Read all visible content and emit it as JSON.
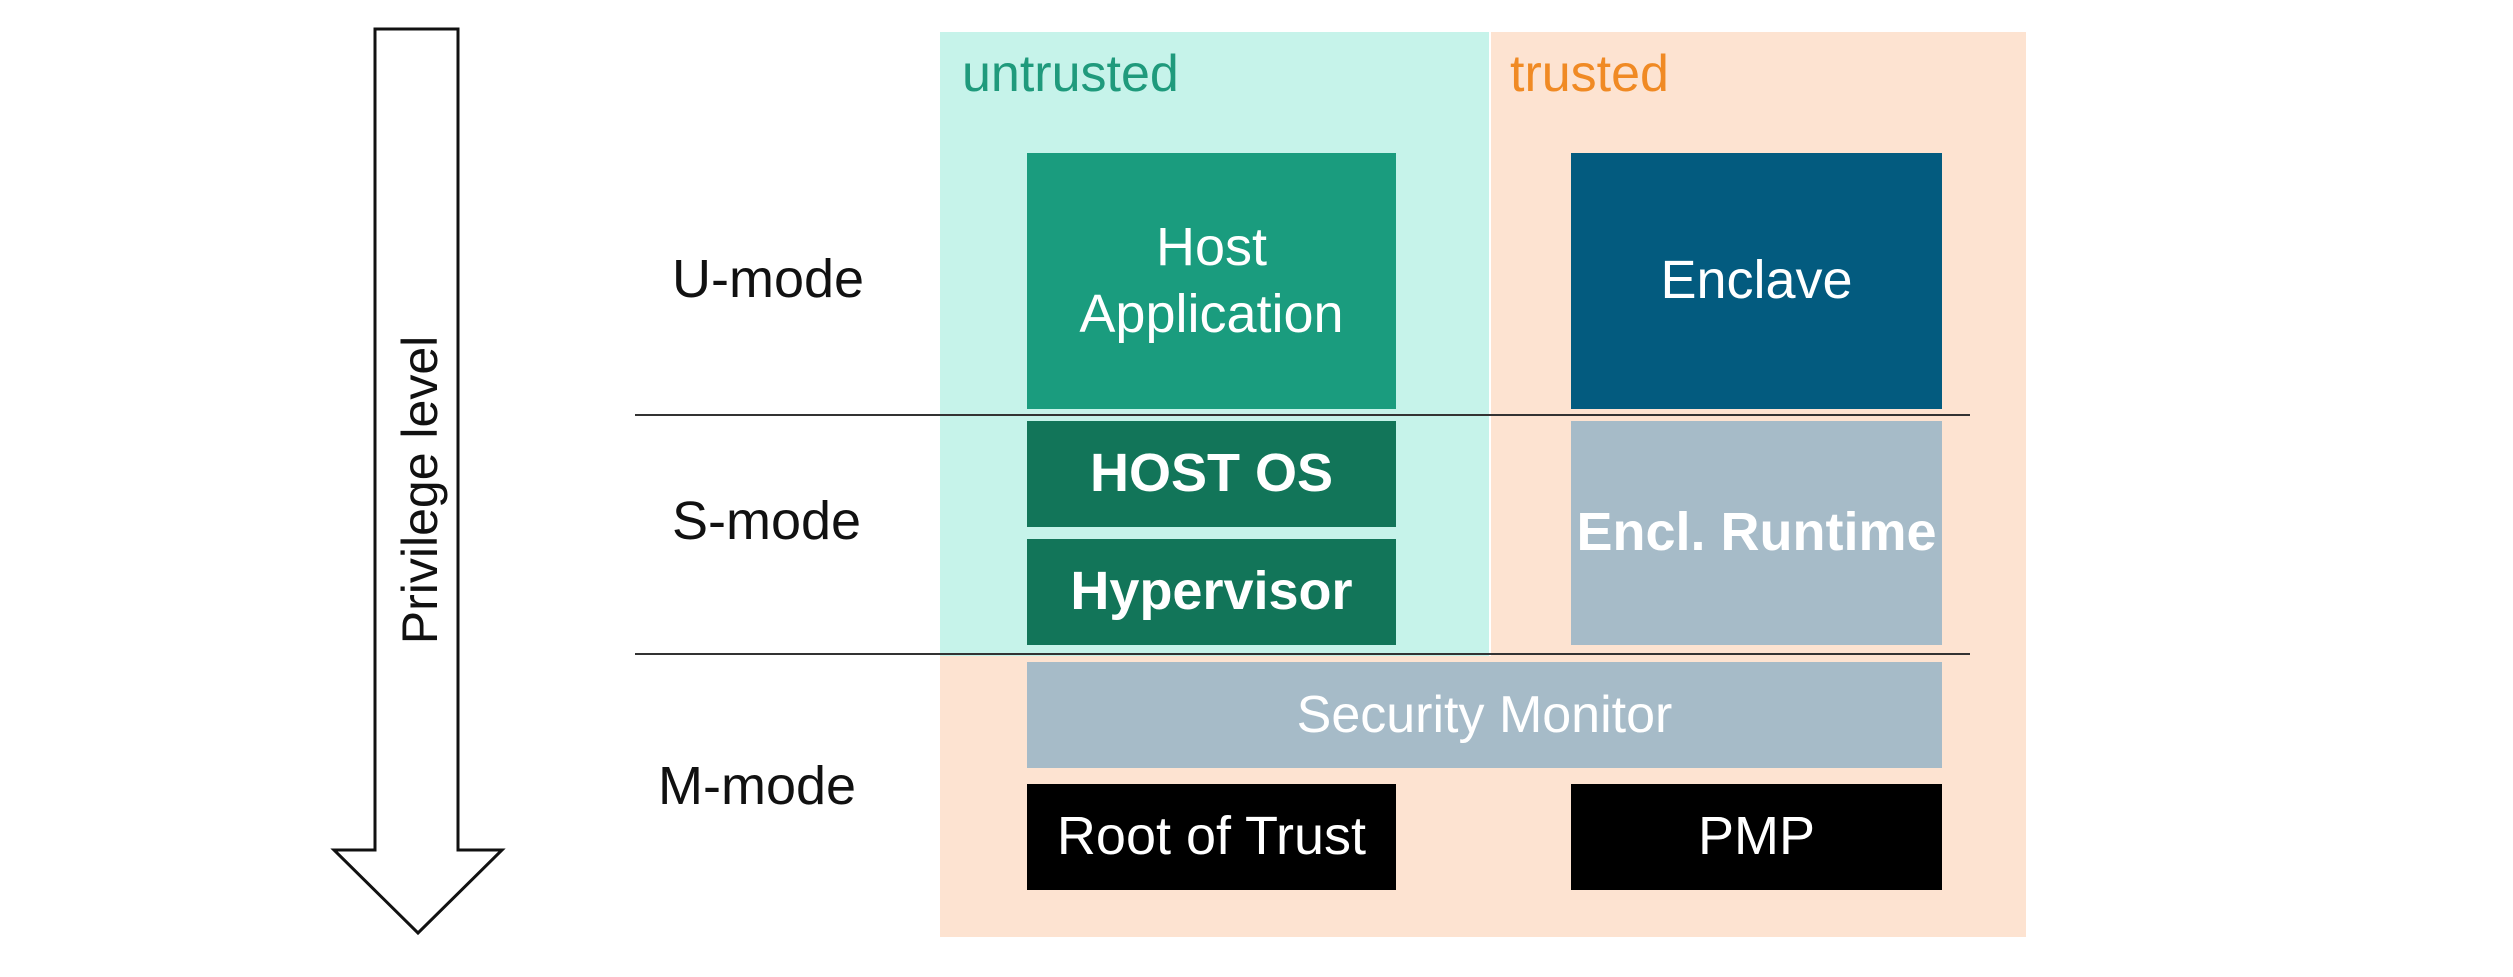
{
  "arrow": {
    "label": "Privilege level"
  },
  "modes": {
    "u": "U-mode",
    "s": "S-mode",
    "m": "M-mode"
  },
  "domains": {
    "untrusted": "untrusted",
    "trusted": "trusted"
  },
  "boxes": {
    "host_app_line1": "Host",
    "host_app_line2": "Application",
    "enclave": "Enclave",
    "host_os": "HOST OS",
    "hypervisor": "Hypervisor",
    "encl_runtime": "Encl. Runtime",
    "security_monitor": "Security Monitor",
    "root_of_trust": "Root of Trust",
    "pmp": "PMP"
  },
  "colors": {
    "untrusted_bg": "#c6f3ea",
    "trusted_bg": "#fde3d1",
    "untrusted_text": "#1f9a7c",
    "trusted_text": "#f08a24",
    "host_app": "#1a9c7e",
    "enclave": "#035b7f",
    "host_os": "#127559",
    "gray_box": "#a6bbc8",
    "black_box": "#000000"
  }
}
